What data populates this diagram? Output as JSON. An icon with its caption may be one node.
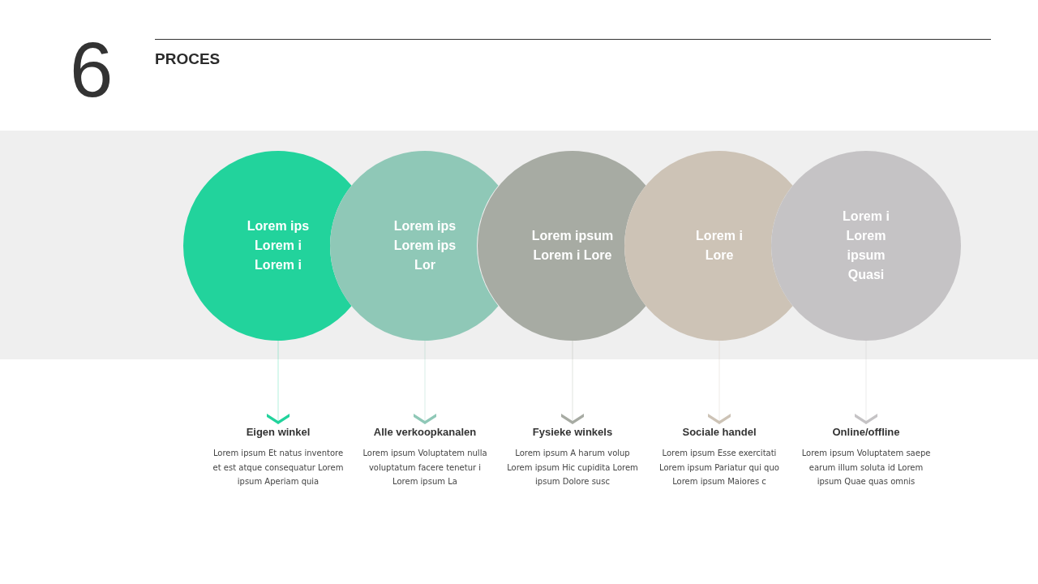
{
  "diagram": {
    "title": "PROCES",
    "nodes": [
      {
        "text": [
          "Lorem ips Lorem i Lorem i"
        ]
      },
      {
        "text": [
          "Lorem ips Lorem ips Lor"
        ]
      },
      {
        "text": [
          "Lorem ipsum Lorem i Lore"
        ]
      },
      {
        "text": [
          "Lorem i Lore"
        ]
      },
      {
        "text": [
          "Lorem i Lorem ipsum Quasi"
        ]
      },
      {
        "text": [
          "Eigen winkel",
          "Lorem ipsum Et natus inventore et est atque consequatur Lorem ipsum Aperiam quia"
        ]
      },
      {
        "text": [
          "Alle verkoopkanalen",
          "Lorem ipsum Voluptatem nulla voluptatum facere tenetur i Lorem ipsum La"
        ]
      },
      {
        "text": [
          "Fysieke winkels",
          "Lorem ipsum A harum volup Lorem ipsum Hic cupidita Lorem ipsum Dolore susc"
        ]
      },
      {
        "text": [
          "Sociale handel",
          "Lorem ipsum Esse exercitati Lorem ipsum Pariatur qui quo Lorem ipsum Maiores c"
        ]
      },
      {
        "text": [
          "Online/offline",
          "Lorem ipsum Voluptatem saepe earum illum soluta id Lorem ipsum Quae quas omnis"
        ]
      }
    ],
    "edges": [
      {
        "from": 0,
        "to": 5,
        "arrow": "to",
        "color": "#22d39c"
      },
      {
        "from": 1,
        "to": 6,
        "arrow": "to",
        "color": "#8fc8b7"
      },
      {
        "from": 2,
        "to": 7,
        "arrow": "to",
        "color": "#a7aba3"
      },
      {
        "from": 3,
        "to": 8,
        "arrow": "to",
        "color": "#cdc3b6"
      },
      {
        "from": 4,
        "to": 9,
        "arrow": "to",
        "color": "#c5c3c5"
      }
    ],
    "labels": [
      "6"
    ]
  }
}
